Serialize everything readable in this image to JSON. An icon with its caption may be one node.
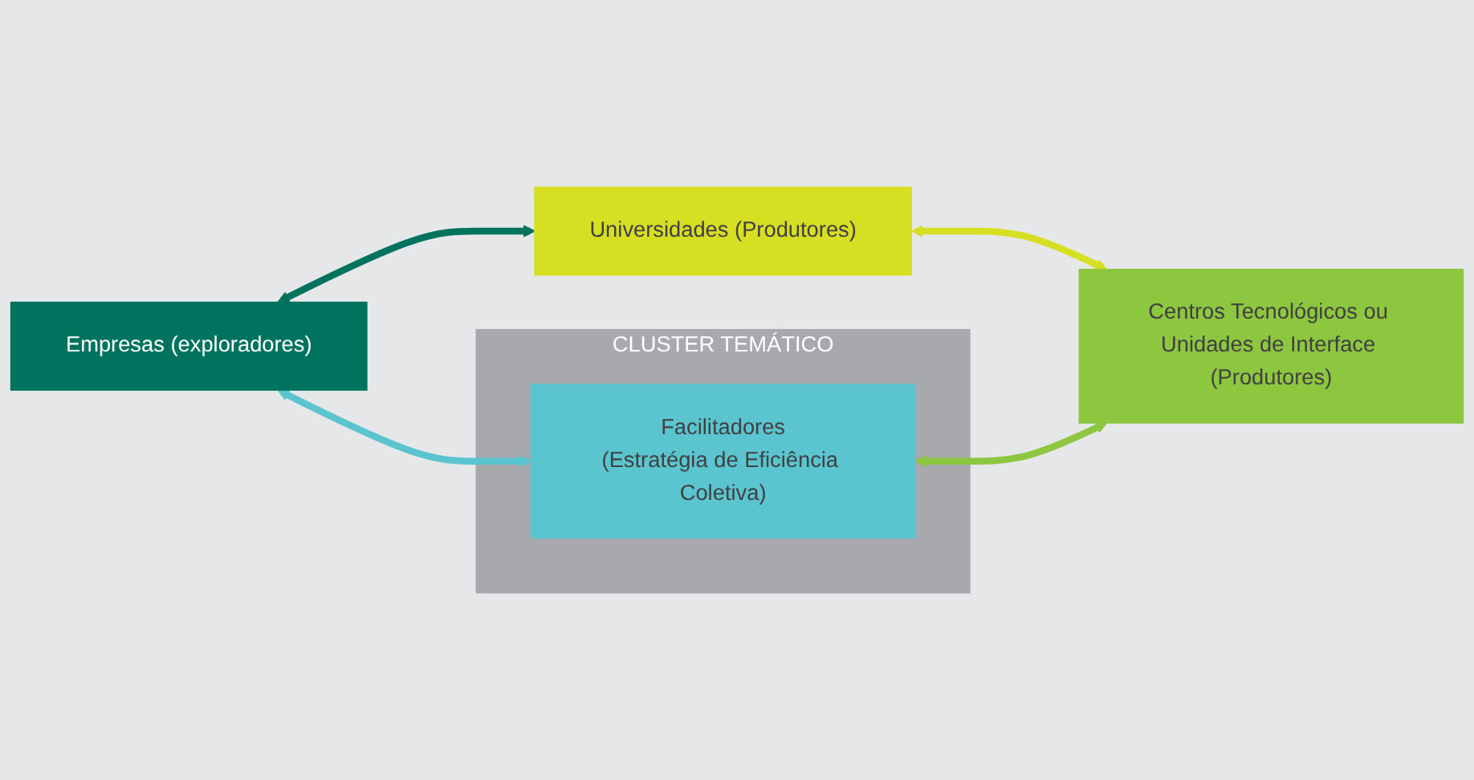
{
  "diagram": {
    "nodes": [
      {
        "text": [
          "CLUSTER TEMÁTICO"
        ]
      },
      {
        "text": [
          "Universidades (Produtores)"
        ]
      },
      {
        "text": [
          "Empresas (exploradores)"
        ]
      },
      {
        "text": [
          "Centros Tecnológicos ou Unidades de Interface (Produtores)"
        ]
      },
      {
        "text": [
          "Facilitadores",
          "(Estratégia de Eficiência Coletiva)"
        ],
        "in": 0
      }
    ],
    "edges": [
      {
        "from": 2,
        "to": 1,
        "arrow": "both",
        "color": "#00735f"
      },
      {
        "from": 1,
        "to": 3,
        "arrow": "both",
        "color": "#d7df23"
      },
      {
        "from": 4,
        "to": 3,
        "arrow": "both",
        "color": "#8dc63f"
      },
      {
        "from": 2,
        "to": 4,
        "arrow": "both",
        "color": "#5bc5cf"
      }
    ]
  }
}
